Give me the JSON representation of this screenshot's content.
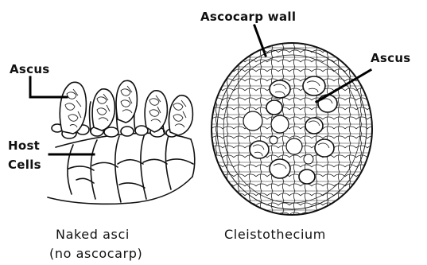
{
  "labels": {
    "ascus_left": "Ascus",
    "host_cells_line1": "Host",
    "host_cells_line2": "Cells",
    "ascocarp_wall": "Ascocarp wall",
    "ascus_right": "Ascus"
  },
  "captions": {
    "left_line1": "Naked asci",
    "left_line2": "(no ascocarp)",
    "right": "Cleistothecium"
  }
}
